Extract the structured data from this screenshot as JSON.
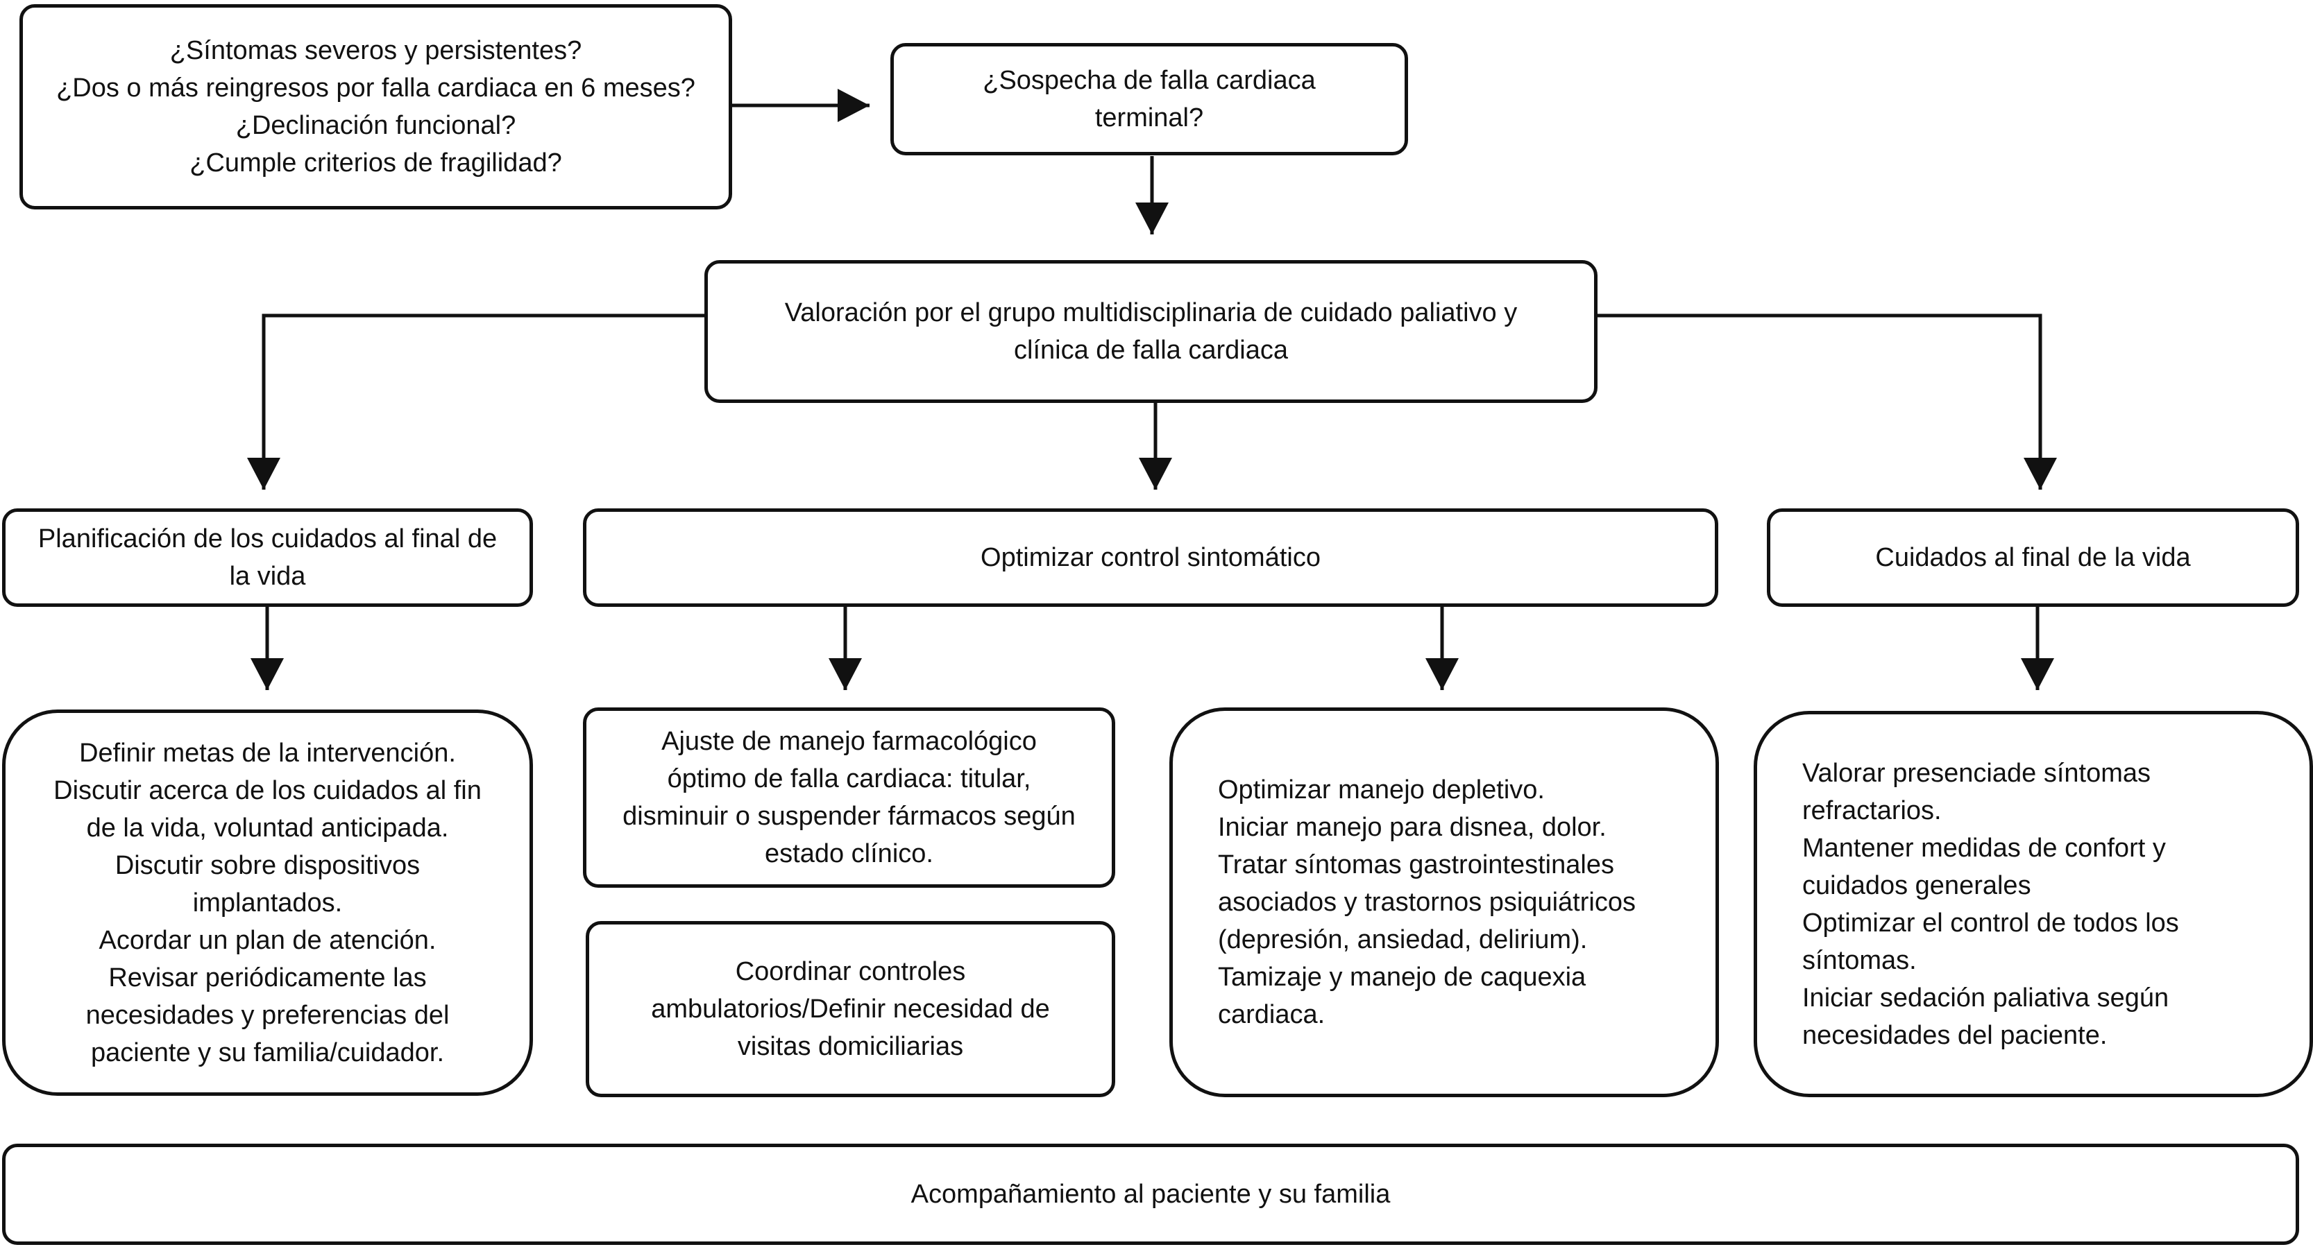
{
  "diagram": {
    "nodes": {
      "initial_questions": {
        "lines": [
          "¿Síntomas severos y persistentes?",
          "¿Dos o más reingresos por falla cardiaca en 6 meses?",
          "¿Declinación funcional?",
          "¿Cumple criterios de fragilidad?"
        ]
      },
      "suspected_terminal": {
        "lines": [
          "¿Sospecha de falla cardiaca",
          "terminal?"
        ]
      },
      "multidisciplinary_assessment": {
        "lines": [
          "Valoración por el grupo multidisciplinaria de cuidado paliativo y",
          "clínica de falla cardiaca"
        ]
      },
      "end_of_life_planning": {
        "lines": [
          "Planificación de los cuidados al final de",
          "la vida"
        ]
      },
      "symptom_control": {
        "lines": [
          "Optimizar control sintomático"
        ]
      },
      "end_of_life_care": {
        "lines": [
          "Cuidados al final de la vida"
        ]
      },
      "planning_actions": {
        "lines": [
          "Definir metas de la intervención.",
          "Discutir acerca de los cuidados al fin",
          "de la vida, voluntad anticipada.",
          "Discutir sobre dispositivos",
          "implantados.",
          "Acordar un plan de atención.",
          "Revisar periódicamente las",
          "necesidades y preferencias del",
          "paciente y su familia/cuidador."
        ]
      },
      "pharmacologic_adjustment": {
        "lines": [
          "Ajuste de manejo farmacológico",
          "óptimo de falla cardiaca: titular,",
          "disminuir o suspender fármacos según",
          "estado clínico."
        ]
      },
      "ambulatory_controls": {
        "lines": [
          "Coordinar controles",
          "ambulatorios/Definir necesidad de",
          "visitas domiciliarias"
        ]
      },
      "symptom_management": {
        "lines": [
          "Optimizar manejo depletivo.",
          "Iniciar manejo para disnea, dolor.",
          "Tratar síntomas gastrointestinales",
          "asociados y trastornos psiquiátricos",
          "(depresión, ansiedad, delirium).",
          "Tamizaje y manejo de caquexia",
          "cardiaca."
        ]
      },
      "end_of_life_actions": {
        "lines": [
          "Valorar presenciade síntomas",
          "refractarios.",
          "Mantener medidas de confort y",
          "cuidados generales",
          "Optimizar el control de todos los",
          "síntomas.",
          "Iniciar sedación paliativa según",
          "necesidades del paciente."
        ]
      },
      "family_support": {
        "lines": [
          "Acompañamiento al paciente y su familia"
        ]
      }
    }
  }
}
